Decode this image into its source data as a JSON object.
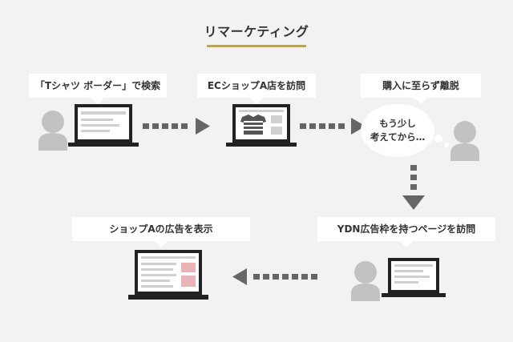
{
  "title": "リマーケティング",
  "steps": [
    {
      "label": "「Tシャツ ボーダー」で検索"
    },
    {
      "label": "ECショップA店を訪問"
    },
    {
      "label": "購入に至らず離脱"
    },
    {
      "label": "YDN広告枠を持つページを訪問"
    },
    {
      "label": "ショップAの広告を表示"
    }
  ],
  "thought": {
    "line1": "もう少し",
    "line2": "考えてから…"
  },
  "colors": {
    "background": "#f2f2f2",
    "accent_underline": "#b8a45a",
    "ad_highlight": "#e8b4b8",
    "person": "#c2c2c2",
    "arrow": "#666666",
    "device": "#222222"
  },
  "icons": [
    "person-icon",
    "laptop-icon",
    "tshirt-icon",
    "dotted-arrow-icon"
  ]
}
